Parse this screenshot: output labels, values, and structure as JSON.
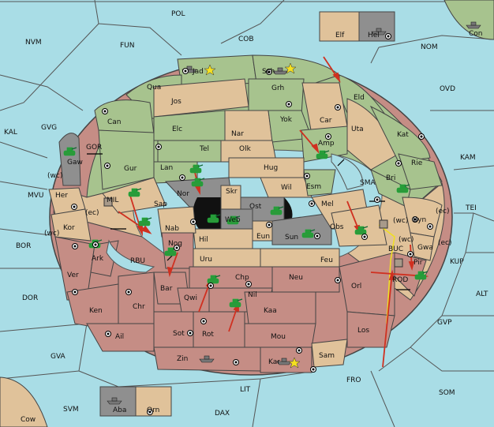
{
  "labels": {
    "pol": "POL",
    "cob": "COB",
    "nom": "NOM",
    "nvm": "NVM",
    "fun": "FUN",
    "ovd": "OVD",
    "kal": "KAL",
    "gvg": "GVG",
    "kam": "KAM",
    "tei": "TEI",
    "mvu": "MVU",
    "bor": "BOR",
    "dor": "DOR",
    "alt": "ALT",
    "kup": "KUP",
    "gvp": "GVP",
    "gva": "GVA",
    "som": "SOM",
    "fro": "FRO",
    "lit": "LIT",
    "svm": "SVM",
    "dax": "DAX",
    "cow": "Cow",
    "con": "Con",
    "elf": "Elf",
    "hel": "Hel",
    "aba": "Aba",
    "orn": "Orn",
    "jad": "Jad",
    "sch": "Sch",
    "qua": "Qua",
    "jos": "Jos",
    "grh": "Grh",
    "can": "Can",
    "eld": "Eld",
    "elc": "Elc",
    "nar": "Nar",
    "yok": "Yok",
    "car": "Car",
    "uta": "Uta",
    "kat": "Kat",
    "tel": "Tel",
    "olk": "Olk",
    "amp": "Amp",
    "gur": "Gur",
    "lan": "Lan",
    "hug": "Hug",
    "rie": "Rie",
    "bri": "Bri",
    "wil": "Wil",
    "esm": "Esm",
    "gor": "GOR",
    "gaw": "Gaw",
    "nor": "Nor",
    "skr": "Skr",
    "ost": "Ost",
    "web": "Web",
    "sma": "SMA",
    "mel": "Mel",
    "sap": "Sap",
    "wc1": "(wc)",
    "her": "Her",
    "mil": "MIL",
    "ec1": "(ec)",
    "kor": "Kor",
    "wc2": "(wc)",
    "nab": "Nab",
    "hil": "Hil",
    "eun": "Eun",
    "sun": "Sun",
    "obs": "Obs",
    "wc3": "(wc)",
    "byn": "Byn",
    "ec2": "(ec)",
    "ark": "Ark",
    "nog": "Nog",
    "wc4": "(wc)",
    "gwa": "Gwa",
    "ec3": "(ec)",
    "buc": "BUC",
    "rbu": "RBU",
    "uru": "Uru",
    "feu": "Feu",
    "pir": "Pir",
    "ver": "Ver",
    "bar": "Bar",
    "chp": "Chp",
    "neu": "Neu",
    "rod": "ROD",
    "orl": "Orl",
    "qwi": "Qwi",
    "nil": "Nil",
    "ken": "Ken",
    "chr": "Chr",
    "kaa": "Kaa",
    "ail": "Ail",
    "sot": "Sot",
    "rot": "Rot",
    "mou": "Mou",
    "los": "Los",
    "zin": "Zin",
    "kar": "Kar",
    "sam": "Sam"
  },
  "colors": {
    "sea": "#a9dde6",
    "green_power": "#a7c38e",
    "tan_neutral": "#e0c29a",
    "rose_power": "#c58d85",
    "grey_power": "#8f8f8f",
    "order_arrow": "#d03020",
    "support_line": "#f0e020"
  },
  "icons": {
    "army": "tank-icon",
    "fleet": "ship-icon",
    "supply_center": "supply-center-icon",
    "home_star": "star-icon",
    "coast_link": "double-arrow-icon"
  }
}
